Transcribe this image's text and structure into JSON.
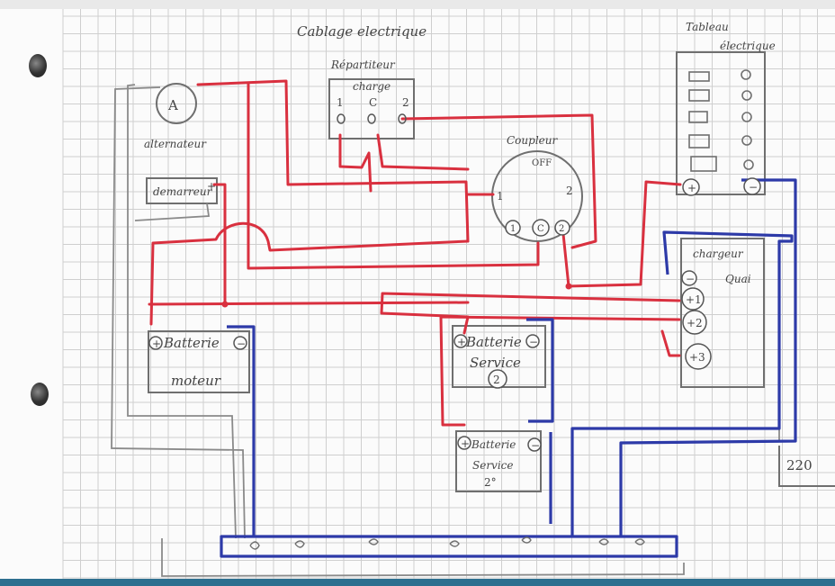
{
  "title": "Cablage electrique",
  "alternator": {
    "symbol": "A",
    "label": "alternateur"
  },
  "starter": {
    "label": "demarreur",
    "plus": "+"
  },
  "distributor": {
    "title": "Répartiteur",
    "subtitle": "charge",
    "terminals": [
      "1",
      "C",
      "2"
    ]
  },
  "coupler": {
    "title": "Coupleur",
    "off": "OFF",
    "pos1": "1",
    "pos2": "2",
    "terminals": [
      "1",
      "C",
      "2"
    ]
  },
  "panel": {
    "title_line1": "Tableau",
    "title_line2": "électrique",
    "plus": "+",
    "minus": "−"
  },
  "charger": {
    "title": "chargeur",
    "subtitle": "Quai",
    "terminals": [
      "−",
      "+1",
      "+2",
      "+3"
    ]
  },
  "battery_engine": {
    "line1": "Batterie",
    "line2": "moteur",
    "plus": "+",
    "minus": "−"
  },
  "battery_service": {
    "line1": "Batterie",
    "line2": "Service",
    "number": "2",
    "plus": "+",
    "minus": "−"
  },
  "battery_service2": {
    "line1": "Batterie",
    "line2": "Service",
    "number": "2°",
    "plus": "+",
    "minus": "−"
  },
  "mains": {
    "label": "220"
  },
  "colors": {
    "positive": "#d9303f",
    "negative": "#2d3aa8",
    "pencil": "#6f6f6f"
  }
}
